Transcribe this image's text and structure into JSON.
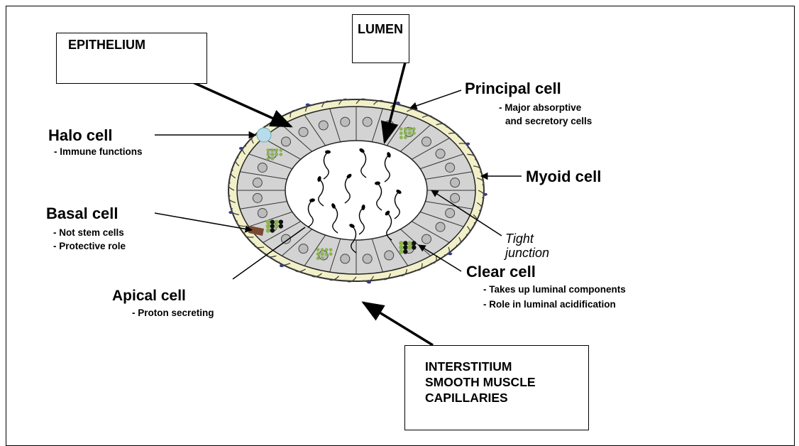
{
  "diagram": {
    "boxes": {
      "epithelium": "EPITHELIUM",
      "lumen": "LUMEN",
      "interstitium": [
        "INTERSTITIUM",
        "SMOOTH MUSCLE",
        "CAPILLARIES"
      ]
    },
    "labels": {
      "principal_cell": {
        "title": "Principal cell",
        "desc": [
          "- Major absorptive",
          "and secretory cells"
        ]
      },
      "halo_cell": {
        "title": "Halo cell",
        "desc": [
          "- Immune functions"
        ]
      },
      "myoid_cell": {
        "title": "Myoid cell"
      },
      "basal_cell": {
        "title": "Basal cell",
        "desc": [
          "- Not stem cells",
          "- Protective role"
        ]
      },
      "tight_junction": [
        "Tight",
        "junction"
      ],
      "clear_cell": {
        "title": "Clear cell",
        "desc": [
          "- Takes up luminal components",
          "- Role in luminal acidification"
        ]
      },
      "apical_cell": {
        "title": "Apical cell",
        "desc": [
          "- Proton secreting"
        ]
      }
    },
    "colors": {
      "epithelial_cell": "#d3d3d3",
      "lumen": "#ffffff",
      "outer_layer": "#f2f0c8",
      "clear_cell_dots": "#8bb550",
      "basal_cell": "#7a4a30",
      "halo_cell": "#b8dcec",
      "myoid_nucleus": "#3a3a8a"
    }
  }
}
